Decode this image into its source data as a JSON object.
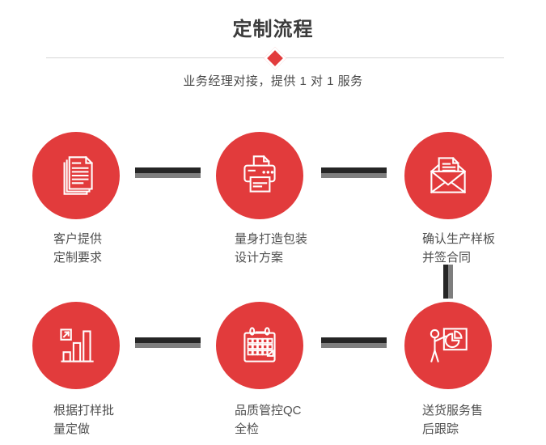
{
  "header": {
    "title": "定制流程",
    "subtitle": "业务经理对接，提供 1 对 1 服务"
  },
  "colors": {
    "accent_red": "#e23b3c",
    "connector_dark": "#252525",
    "connector_gray": "#7e7e7e",
    "divider_gray": "#d6d6d6",
    "title_text": "#3b3b3b",
    "label_text": "#4f4f4f"
  },
  "steps": [
    {
      "icon": "documents-icon",
      "lines": [
        "客户提供",
        "定制要求"
      ]
    },
    {
      "icon": "printer-icon",
      "lines": [
        "量身打造包装",
        "设计方案"
      ]
    },
    {
      "icon": "envelope-icon",
      "lines": [
        "确认生产样板",
        "并签合同"
      ]
    },
    {
      "icon": "bar-chart-icon",
      "lines": [
        "根据打样批",
        "量定做"
      ]
    },
    {
      "icon": "calendar-icon",
      "lines": [
        "品质管控QC",
        "全检"
      ]
    },
    {
      "icon": "presentation-icon",
      "lines": [
        "送货服务售",
        "后跟踪"
      ]
    }
  ]
}
